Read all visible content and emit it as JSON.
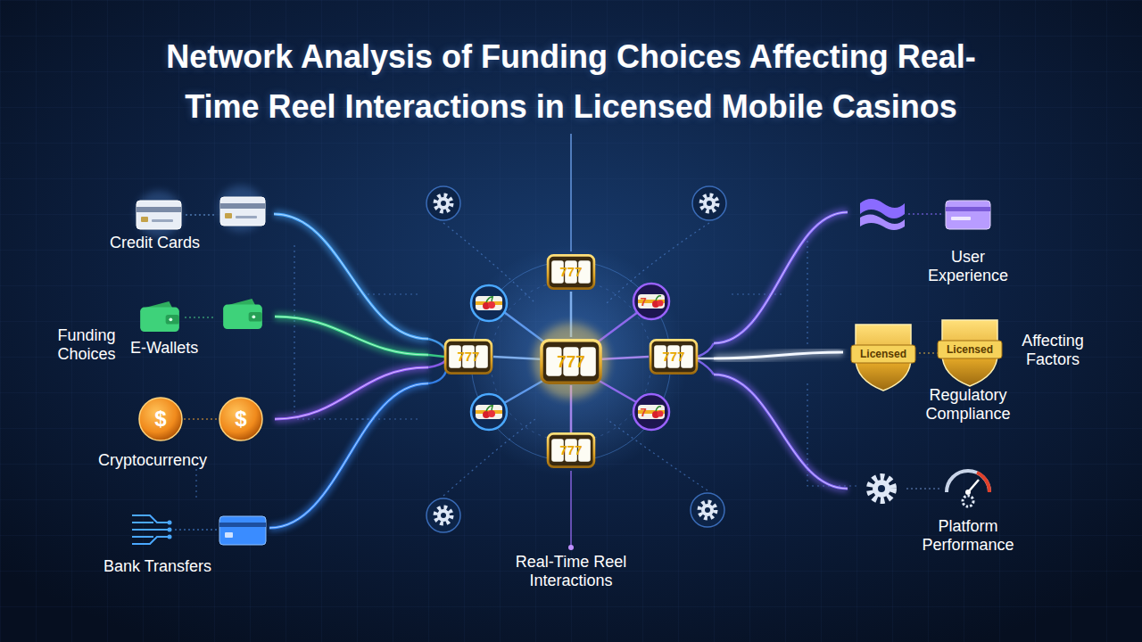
{
  "diagram": {
    "title": "Network Analysis of Funding Choices Affecting Real-Time Reel Interactions in Licensed Mobile Casinos",
    "nodes": [
      {
        "text": [
          "Credit Cards"
        ]
      },
      {
        "text": [
          "E-Wallets"
        ]
      },
      {
        "text": [
          "Cryptocurrency"
        ]
      },
      {
        "text": [
          "Bank Transfers"
        ]
      },
      {
        "text": [
          "Real-Time Reel Interactions"
        ]
      },
      {
        "text": [
          "User Experience"
        ]
      },
      {
        "text": [
          "Regulatory Compliance"
        ]
      },
      {
        "text": [
          "Platform Performance"
        ]
      }
    ],
    "edges": [
      {
        "from": 0,
        "to": 4,
        "arrow": "none"
      },
      {
        "from": 1,
        "to": 4,
        "arrow": "none"
      },
      {
        "from": 2,
        "to": 4,
        "arrow": "none"
      },
      {
        "from": 3,
        "to": 4,
        "arrow": "none"
      },
      {
        "from": 4,
        "to": 5,
        "arrow": "none"
      },
      {
        "from": 4,
        "to": 6,
        "arrow": "none"
      },
      {
        "from": 4,
        "to": 7,
        "arrow": "none"
      }
    ],
    "labels": [
      "Funding Choices",
      "Affecting Factors",
      "777",
      "777",
      "777",
      "777",
      "777",
      "7",
      "7",
      "$",
      "$",
      "Licensed",
      "Licensed"
    ]
  }
}
